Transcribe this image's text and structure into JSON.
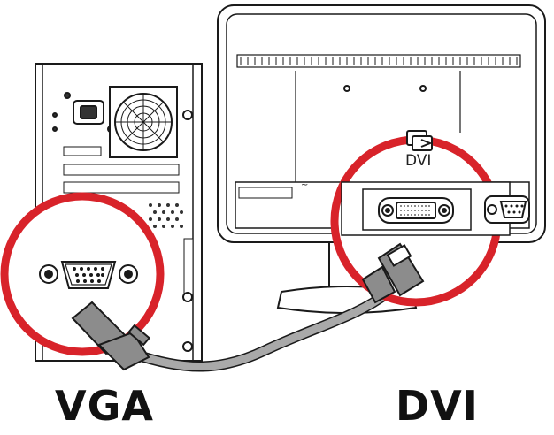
{
  "labels": {
    "vga": "VGA",
    "dvi": "DVI",
    "monitor_port_dvi": "DVI"
  },
  "colors": {
    "callout_ring": "#d8232a",
    "line": "#1a1a1a",
    "cable": "#a9a9a9",
    "connector": "#8c8c8c",
    "background": "#ffffff"
  },
  "icons": {
    "pc_vga_port": "vga-port-icon",
    "monitor_dvi_port": "dvi-port-icon",
    "monitor_vga_port": "vga-port-icon",
    "dvi_symbol": "dvi-symbol-icon",
    "fan": "fan-icon",
    "power_socket": "power-socket-icon"
  }
}
